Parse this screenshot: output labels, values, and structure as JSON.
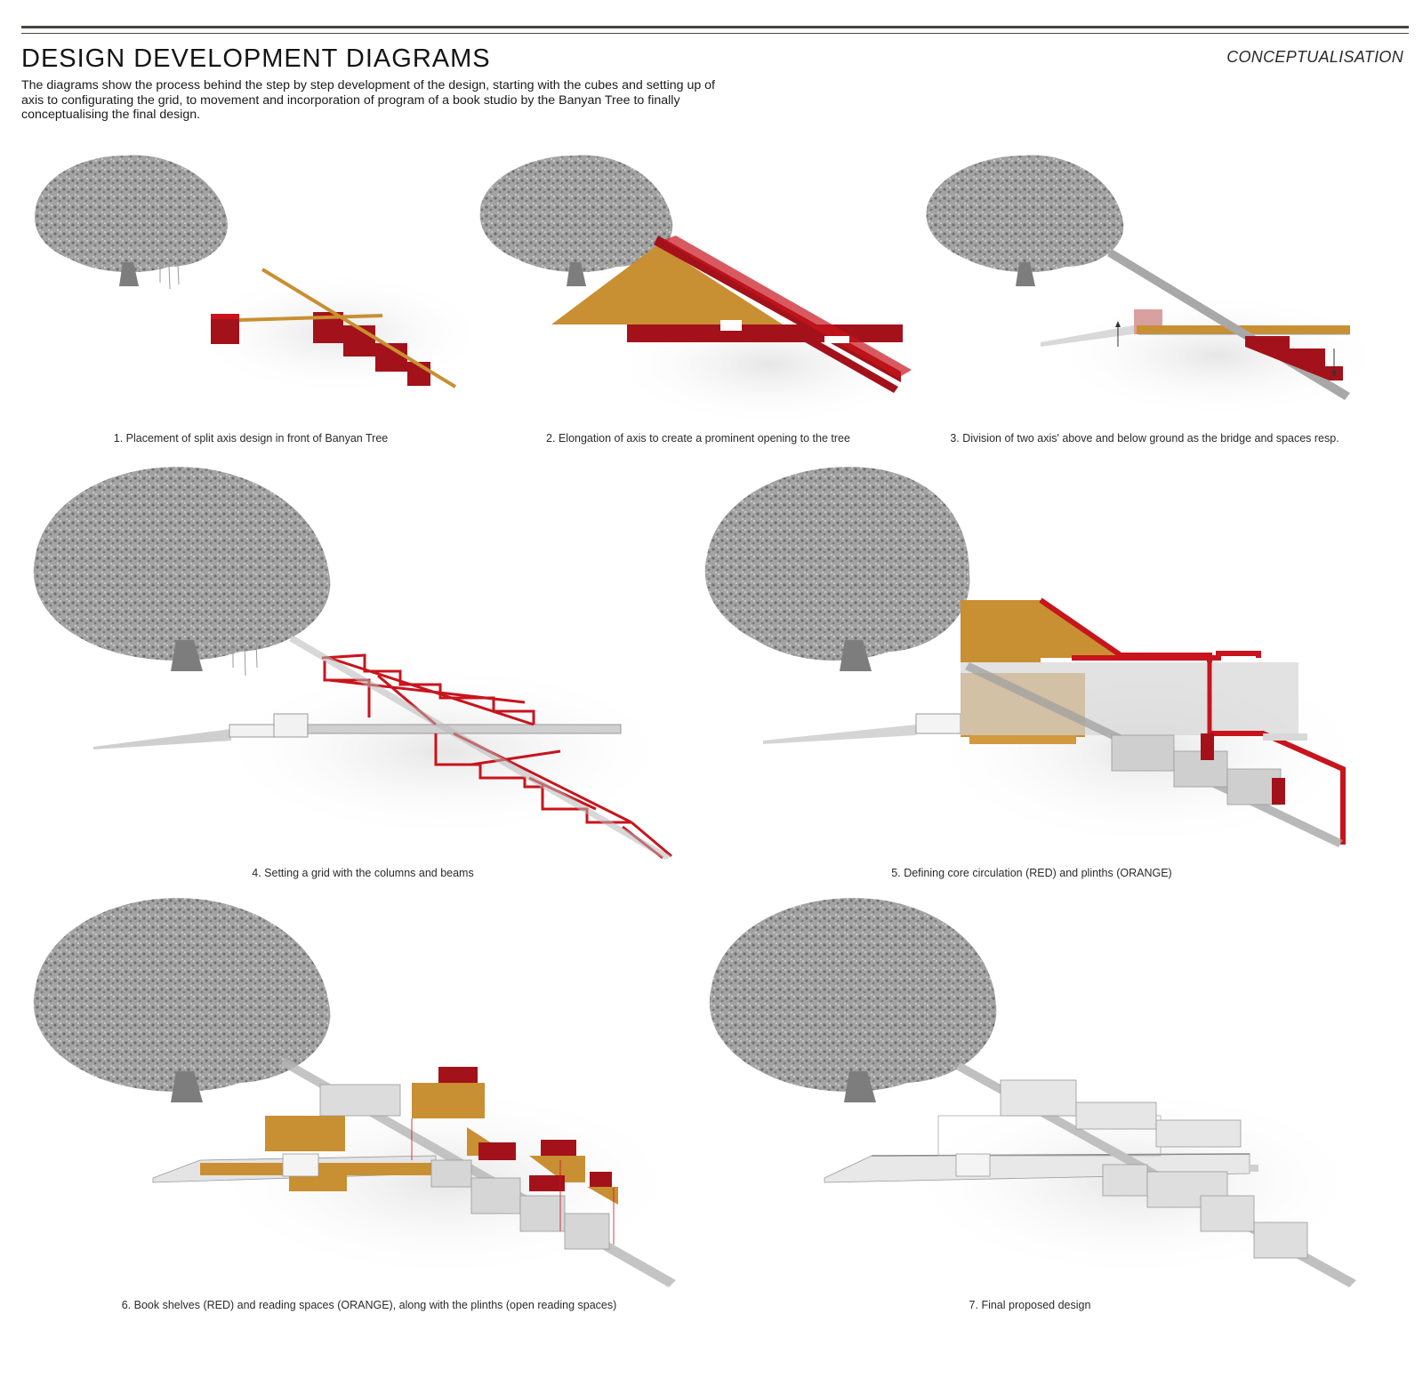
{
  "header": {
    "title": "DESIGN DEVELOPMENT DIAGRAMS",
    "section": "CONCEPTUALISATION",
    "description": "The diagrams show the process behind the step by step development of the design, starting with the cubes and setting up of axis to configurating the grid, to movement and incorporation of program of a book studio by the Banyan Tree to finally conceptualising the final design."
  },
  "colors": {
    "red": "#a3121a",
    "bright_red": "#c8141c",
    "orange": "#c98f33",
    "grey": "#9a9a9a",
    "light_grey": "#d9d9d9",
    "tree": "#8c8c8c"
  },
  "diagrams": [
    {
      "caption": "1. Placement of split axis design in front of Banyan Tree"
    },
    {
      "caption": "2. Elongation of axis to create a prominent opening to the tree"
    },
    {
      "caption": "3. Division of two axis' above and below ground as the bridge and spaces resp."
    },
    {
      "caption": "4. Setting a grid with the columns and beams"
    },
    {
      "caption": "5. Defining core circulation (RED) and plinths (ORANGE)"
    },
    {
      "caption": "6. Book shelves (RED) and reading spaces (ORANGE), along with the plinths (open reading spaces)"
    },
    {
      "caption": "7. Final proposed design"
    }
  ]
}
